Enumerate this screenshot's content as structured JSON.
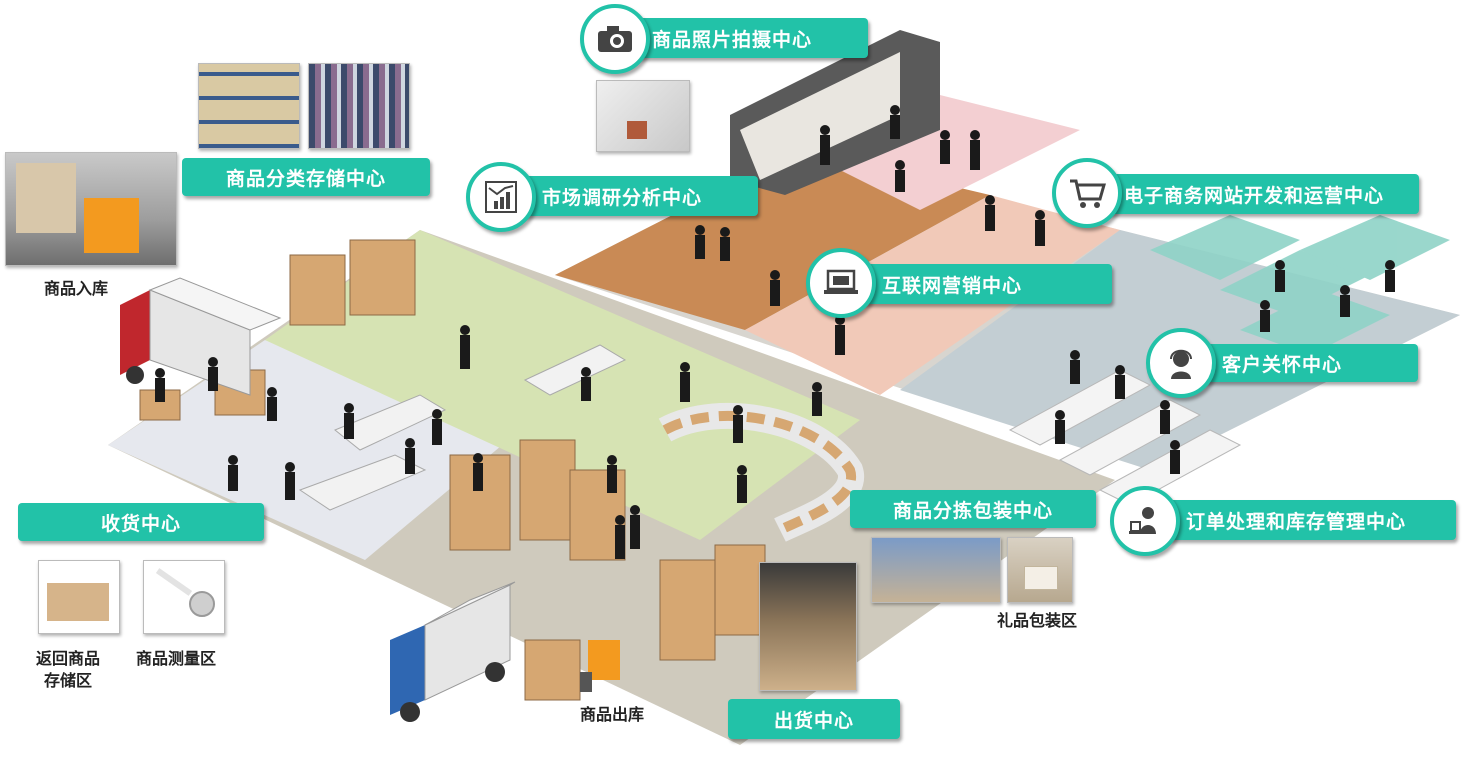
{
  "centers": {
    "photo_studio": "商品照片拍摄中心",
    "storage": "商品分类存储中心",
    "market_research": "市场调研分析中心",
    "ecommerce": "电子商务网站开发和运营中心",
    "internet_marketing": "互联网营销中心",
    "customer_care": "客户关怀中心",
    "receiving": "收货中心",
    "sorting_packing": "商品分拣包装中心",
    "order_inventory": "订单处理和库存管理中心",
    "shipping": "出货中心"
  },
  "labels": {
    "inbound": "商品入库",
    "returns_line1": "返回商品",
    "returns_line2": "存储区",
    "measurement": "商品测量区",
    "gift_wrap": "礼品包装区",
    "outbound": "商品出库"
  },
  "icons": {
    "photo_studio": "camera-icon",
    "market_research": "chart-report-icon",
    "ecommerce": "shopping-cart-icon",
    "internet_marketing": "laptop-icon",
    "customer_care": "headset-agent-icon",
    "order_inventory": "desk-worker-icon"
  },
  "colors": {
    "accent": "#22c2a8"
  }
}
